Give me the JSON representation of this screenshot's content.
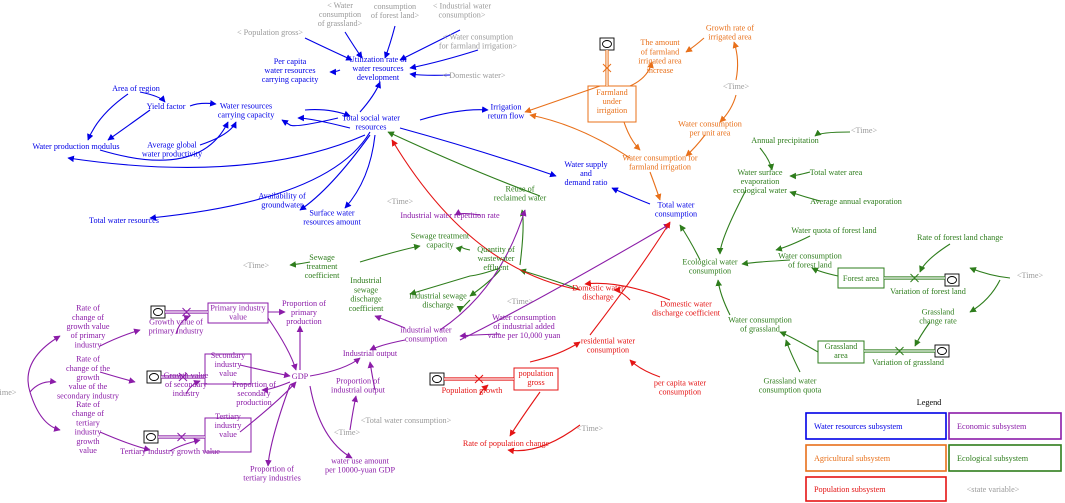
{
  "colors": {
    "blue": "#0000e6",
    "purple": "#8b1ca8",
    "orange": "#e8701a",
    "green": "#2e7d1c",
    "red": "#e41414",
    "gray": "#9a9a9a"
  },
  "nodes": {
    "population_gross": "< Population gross>",
    "water_consumption_grassland": "< Water\nconsumption\nof grassland>",
    "water_consumption_forest": "< Water\nconsumption\nof forest land>",
    "industrial_water_consumption_shadow": "< Industrial water\nconsumption>",
    "water_consumption_farmland_shadow": "< Water consumption\nfor farmland irrigation>",
    "domestic_water_shadow": "< Domestic water>",
    "utilization_rate": "Utilization  rate  of\nwater resources\ndevelopment",
    "per_capita_capacity": "Per capita\nwater resources\ncarrying capacity",
    "area_of_region": "Area of region",
    "yield_factor": "Yield factor",
    "water_resources_capacity": "Water resources\ncarrying capacity",
    "average_global_productivity": "Average global\nwater productivity",
    "water_production_modulus": "Water production modulus",
    "total_social_water": "Total social water\nresources",
    "irrigation_return_flow": "Irrigation\nreturn flow",
    "farmland_under_irrigation": "Farmland\nunder\nirrigation",
    "amount_farmland_increase": "The amount\nof farmland\nirrigated area\nincrease",
    "growth_rate_irrigated": "Growth rate of\nirrigated area",
    "time": "<Time>",
    "time_b": "<Time>",
    "time_c": "<Time>",
    "time_d": "<Time>",
    "time_e": "<Time>",
    "time_f": "<Time>",
    "time_g": "<Time>",
    "time_h": "<Time>",
    "time_left": "ime>",
    "water_consumption_per_unit": "Water consumption\nper unit area",
    "water_consumption_farmland": "Water consumption for\nfarmland irrigation",
    "annual_precipitation": "Annual precipitation",
    "total_water_area": "Total water area",
    "water_surface_evaporation": "Water surface\nevaporation\necological water",
    "average_annual_evaporation": "Average annual evaporation",
    "water_supply_demand": "Water supply\nand\ndemand ratio",
    "total_water_consumption": "Total water\nconsumption",
    "availability_groundwater": "Availability of\ngroundwater",
    "total_water_resources": "Total water resources",
    "surface_water_amount": "Surface water\nresources amount",
    "industrial_repetition_rate": "Industrial water repetition rate",
    "reuse_reclaimed": "Reuse of\nreclaimed water",
    "sewage_treatment_capacity": "Sewage treatment\ncapacity",
    "sewage_treatment_coefficient": "Sewage\ntreatment\ncoefficient",
    "quantity_wastewater": "Quantity  of\nwastewater\neffluent",
    "industrial_sewage_coefficient": "Industrial\nsewage\ndischarge\ncoefficient",
    "industrial_sewage_discharge": "Industrial sewage\ndischarge",
    "domestic_water_discharge": "Domestic water\ndischarge",
    "domestic_discharge_coefficient": "Domestic water\ndischarge coefficient",
    "ecological_water_consumption": "Ecological water\nconsumption",
    "water_quota_forest": "Water quota of forest land",
    "water_consumption_forest_land": "Water consumption\nof forest land",
    "rate_forest_change": "Rate of forest land change",
    "forest_area": "Forest area",
    "variation_forest": "Variation of forest land",
    "grassland_change_rate": "Grassland\nchange rate",
    "water_consumption_grassland_node": "Water consumption\nof grassland",
    "grassland_area": "Grassland\narea",
    "variation_grassland": "Variation of grassland",
    "grassland_quota": "Grassland water\nconsumption quota",
    "primary_industry_value": "Primary industry\nvalue",
    "proportion_primary": "Proportion of\nprimary\nproduction",
    "rate_change_primary": "Rate          of\nchange         of\ngrowth  value\nof         primary\nindustry",
    "growth_value_primary": "Growth value of\nprimary industry",
    "secondary_industry_value": "Secondary\nindustry\nvalue",
    "rate_change_secondary": "Rate of\nchange of the\ngrowth\nvalue of the\nsecondary industry",
    "growth_value_secondary": "Growth value\nof     secondary\nindustry",
    "proportion_secondary": "Proportion of\nsecondary\nproduction",
    "gdp": "GDP",
    "tertiary_industry_value": "Tertiary\nindustry\nvalue",
    "rate_change_tertiary": "Rate            of\nchange         of\ntertiary\nindustry\ngrowth\nvalue",
    "tertiary_growth_value": "Tertiary industry growth value",
    "proportion_tertiary": "Proportion of\ntertiary industries",
    "industrial_water_consumption": "industrial water\nconsumption",
    "water_consumption_industrial_added": "Water consumption\nof industrial added\nvalue per 10,000  yuan",
    "industrial_output": "Industrial output",
    "proportion_industrial_output": "Proportion of\nindustrial output",
    "total_water_consumption_shadow": "<Total water consumption>",
    "water_use_10000_gdp": "water use amount\nper 10000-yuan GDP",
    "population_gross_stock": "population\ngross",
    "population_growth": "Population growth",
    "rate_population_change": "Rate of population change",
    "residential_water": "residential water\nconsumption",
    "per_capita_water": "per capita water\nconsumption"
  },
  "legend": {
    "title": "Legend",
    "items": [
      "Water resources subsystem",
      "Economic subsystem",
      "Agricultural subsystem",
      "Ecological subsystem",
      "Population subsystem",
      "state variable"
    ]
  }
}
